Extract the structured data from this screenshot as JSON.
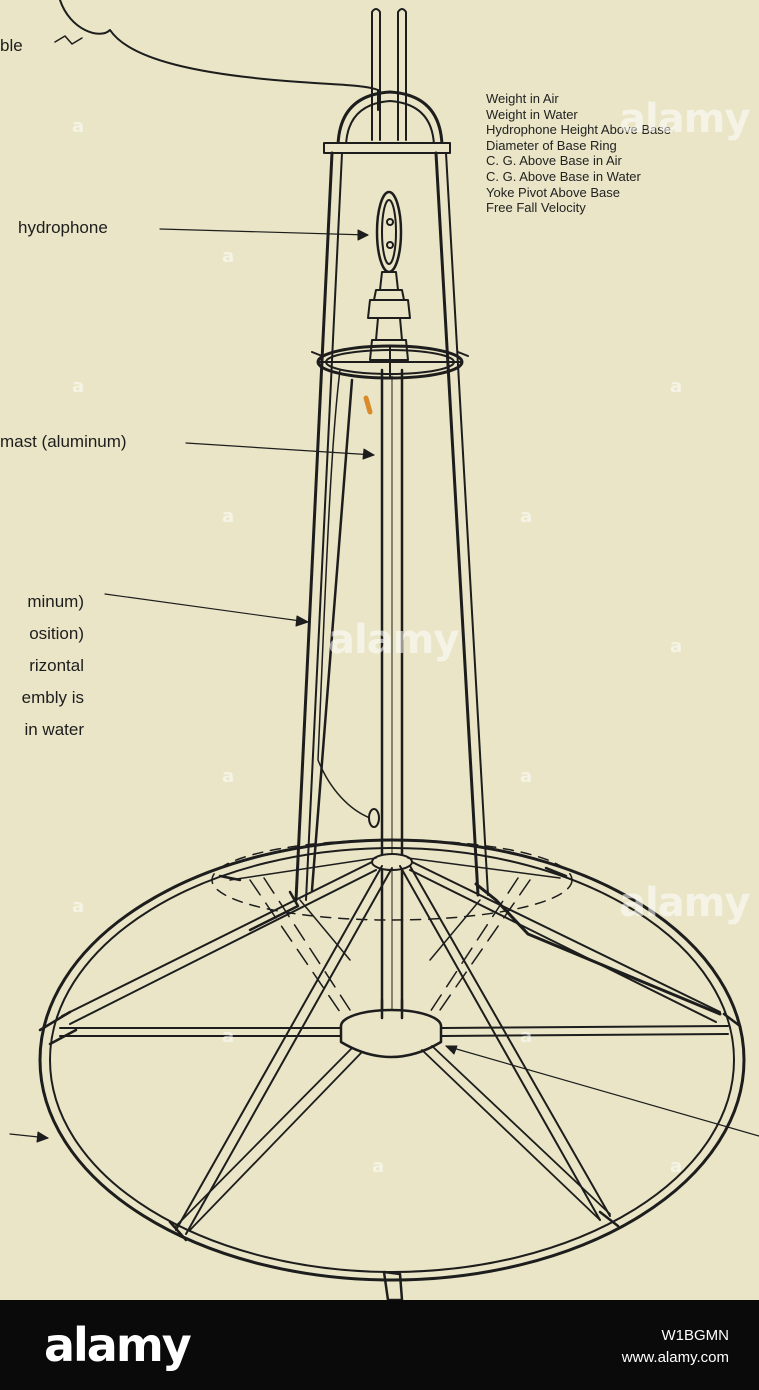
{
  "labels": {
    "cable": "ble",
    "hydrophone": "hydrophone",
    "mast": "mast (aluminum)",
    "strut_lines": [
      "minum)",
      "osition)",
      "rizontal",
      "embly is",
      "in water"
    ]
  },
  "specs": [
    "Weight in Air",
    "Weight in Water",
    "Hydrophone Height Above Base",
    "Diameter of Base Ring",
    "C. G. Above Base in Air",
    "C. G. Above Base in Water",
    "Yoke Pivot Above Base",
    "Free Fall Velocity"
  ],
  "watermark": {
    "small": "a",
    "big": "alamy"
  },
  "footer": {
    "logo": "alamy",
    "image_id": "W1BGMN",
    "url": "www.alamy.com"
  },
  "colors": {
    "background": "#e9e5c6",
    "line": "#1d1d1d",
    "footer": "#0a0a0a"
  }
}
